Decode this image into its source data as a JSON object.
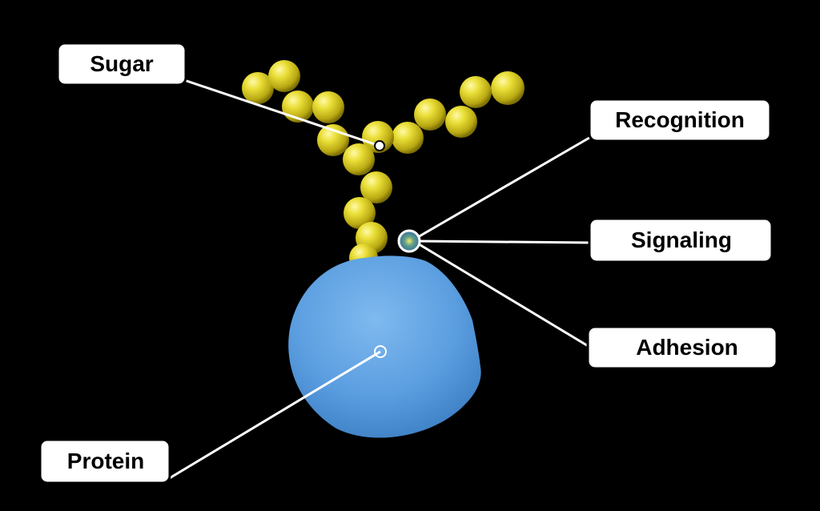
{
  "labels": {
    "sugar": "Sugar",
    "recognition": "Recognition",
    "signaling": "Signaling",
    "adhesion": "Adhesion",
    "protein": "Protein"
  },
  "colors": {
    "background": "#000000",
    "sugar_bead": "#e2d52a",
    "protein": "#5b9ee0",
    "callout_line": "#ffffff",
    "label_box_fill": "#ffffff",
    "label_text": "#000000"
  }
}
